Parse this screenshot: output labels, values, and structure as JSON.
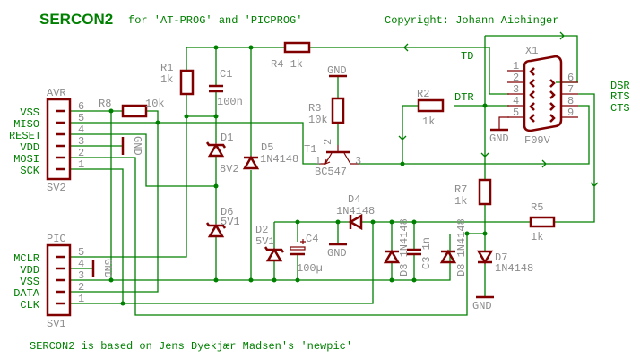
{
  "header": {
    "title": "SERCON2",
    "subtitle": "for 'AT-PROG' and 'PICPROG'",
    "copyright": "Copyright: Johann Aichinger"
  },
  "footer": "SERCON2 is based on Jens Dyekjær Madsen's 'newpic'",
  "colors": {
    "wire": "#008000",
    "part": "#800000",
    "label": "#8c8c8c"
  },
  "avr": {
    "name": "AVR",
    "id": "SV2",
    "signals": [
      "VSS",
      "MISO",
      "RESET",
      "VDD",
      "MOSI",
      "SCK"
    ],
    "pins": [
      "6",
      "5",
      "4",
      "3",
      "2",
      "1"
    ],
    "gnd": "GND"
  },
  "pic": {
    "name": "PIC",
    "id": "SV1",
    "signals": [
      "MCLR",
      "VDD",
      "VSS",
      "DATA",
      "CLK"
    ],
    "pins": [
      "5",
      "4",
      "3",
      "2",
      "1"
    ],
    "gnd": "GND"
  },
  "parts": {
    "R1": "R1",
    "R1v": "1k",
    "C1": "C1",
    "C1v": "100n",
    "R4": "R4 1k",
    "R8": "R8",
    "R8v": "10k",
    "R3": "R3",
    "R3v": "10k",
    "R2": "R2",
    "R2v": "1k",
    "R7": "R7",
    "R7v": "1k",
    "R5": "R5",
    "R5v": "1k",
    "D1": "D1",
    "D1v": "8V2",
    "D5": "D5",
    "D5v": "1N4148",
    "D6": "D6",
    "D6v": "5V1",
    "D2": "D2",
    "D2v": "5V1",
    "C4": "C4",
    "C4v": "100µ",
    "D4": "D4",
    "D4v": "1N4148",
    "D3": "D3 1N4148",
    "C3": "C3 1n",
    "D8": "D8 1N4148",
    "D7": "D7",
    "D7v": "1N4148",
    "T1": "T1",
    "T1v": "BC547",
    "T1p1": "1",
    "T1p2": "2",
    "T1p3": "3",
    "X1": "X1",
    "X1v": "F09V",
    "gnd": "GND"
  },
  "x1": {
    "pins_left": [
      "1",
      "2",
      "3",
      "4",
      "5"
    ],
    "pins_right": [
      "6",
      "7",
      "8",
      "9"
    ]
  },
  "signals": {
    "TD": "TD",
    "DTR": "DTR",
    "DSR": "DSR",
    "RTS": "RTS",
    "CTS": "CTS"
  }
}
